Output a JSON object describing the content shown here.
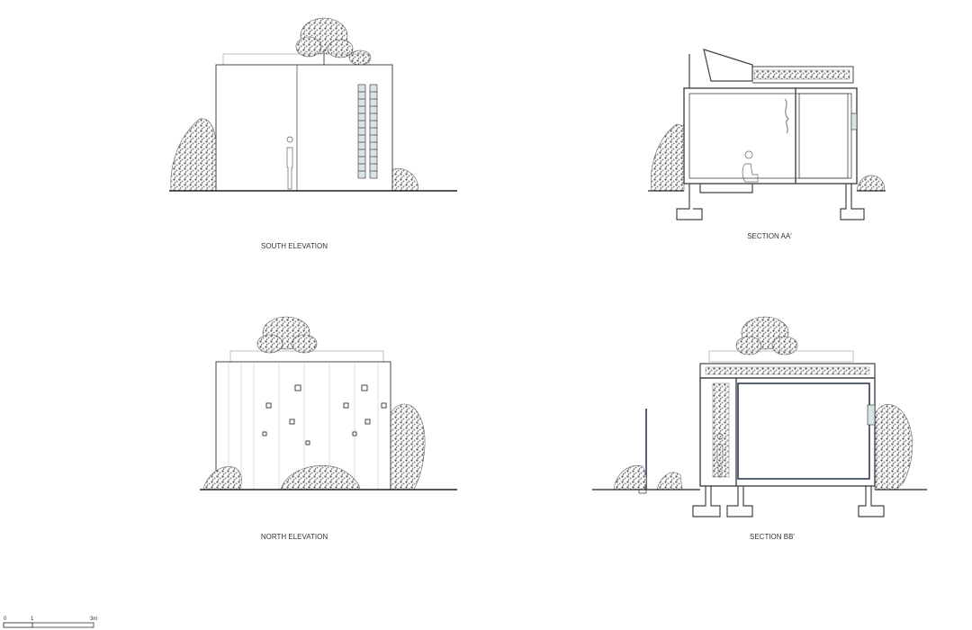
{
  "drawings": [
    {
      "id": "south",
      "title": "SOUTH  ELEVATION"
    },
    {
      "id": "section_aa",
      "title": "SECTION AA'"
    },
    {
      "id": "north",
      "title": "NORTH  ELEVATION"
    },
    {
      "id": "section_bb",
      "title": "SECTION BB'"
    }
  ],
  "scale_bar": {
    "labels": [
      "0",
      "1",
      "3m"
    ]
  },
  "colors": {
    "line": "#444444",
    "foliage": "#777777",
    "window_glass": "#d9e4e6",
    "section_cut": "#2f3a55"
  }
}
